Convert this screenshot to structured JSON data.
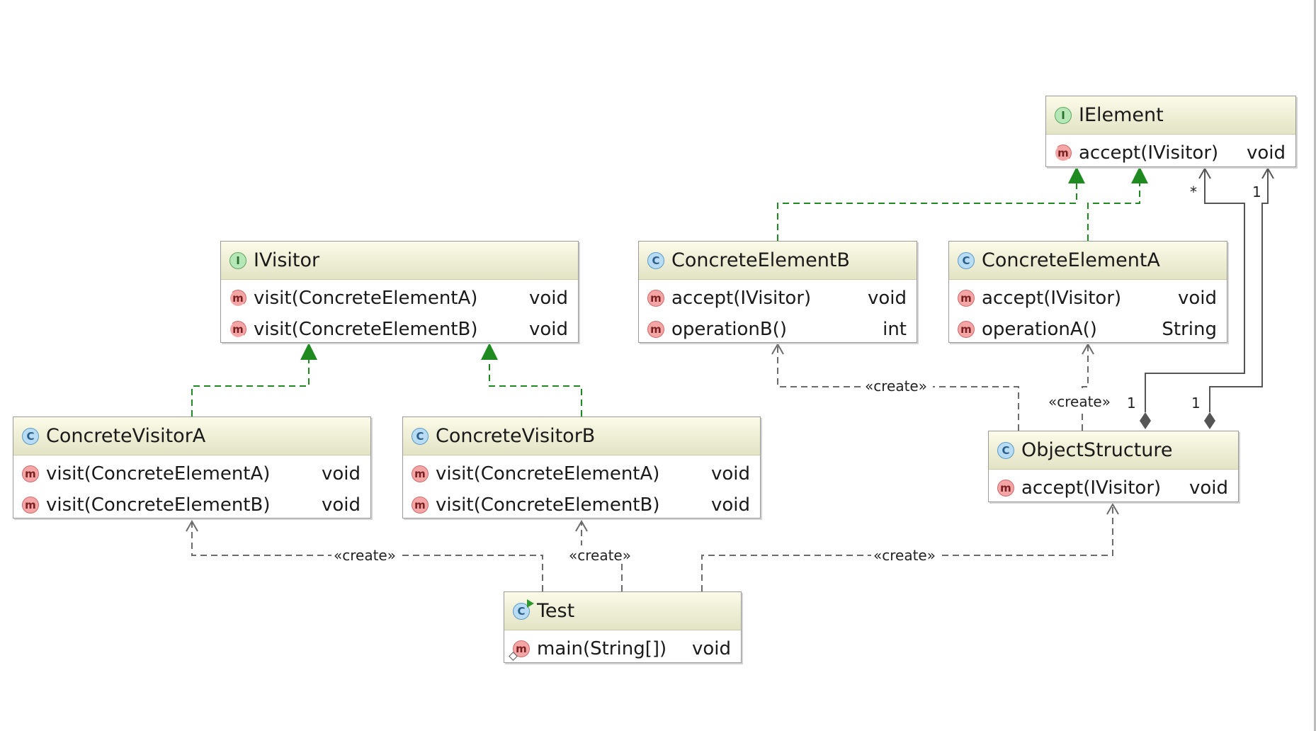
{
  "diagram": {
    "classes": {
      "ielement": {
        "kind": "interface",
        "kind_letter": "I",
        "name": "IElement",
        "methods": [
          {
            "name": "accept(IVisitor)",
            "returns": "void",
            "abstract": true
          }
        ]
      },
      "ivisitor": {
        "kind": "interface",
        "kind_letter": "I",
        "name": "IVisitor",
        "methods": [
          {
            "name": "visit(ConcreteElementA)",
            "returns": "void",
            "abstract": true
          },
          {
            "name": "visit(ConcreteElementB)",
            "returns": "void",
            "abstract": true
          }
        ]
      },
      "concrete_element_b": {
        "kind": "class",
        "kind_letter": "C",
        "name": "ConcreteElementB",
        "methods": [
          {
            "name": "accept(IVisitor)",
            "returns": "void"
          },
          {
            "name": "operationB()",
            "returns": "int"
          }
        ]
      },
      "concrete_element_a": {
        "kind": "class",
        "kind_letter": "C",
        "name": "ConcreteElementA",
        "methods": [
          {
            "name": "accept(IVisitor)",
            "returns": "void"
          },
          {
            "name": "operationA()",
            "returns": "String"
          }
        ]
      },
      "concrete_visitor_a": {
        "kind": "class",
        "kind_letter": "C",
        "name": "ConcreteVisitorA",
        "methods": [
          {
            "name": "visit(ConcreteElementA)",
            "returns": "void"
          },
          {
            "name": "visit(ConcreteElementB)",
            "returns": "void"
          }
        ]
      },
      "concrete_visitor_b": {
        "kind": "class",
        "kind_letter": "C",
        "name": "ConcreteVisitorB",
        "methods": [
          {
            "name": "visit(ConcreteElementA)",
            "returns": "void"
          },
          {
            "name": "visit(ConcreteElementB)",
            "returns": "void"
          }
        ]
      },
      "object_structure": {
        "kind": "class",
        "kind_letter": "C",
        "name": "ObjectStructure",
        "methods": [
          {
            "name": "accept(IVisitor)",
            "returns": "void"
          }
        ]
      },
      "test": {
        "kind": "runnable class",
        "kind_letter": "C",
        "name": "Test",
        "methods": [
          {
            "name": "main(String[])",
            "returns": "void",
            "static": true
          }
        ]
      }
    },
    "method_icon_letter": "m",
    "relations": [
      {
        "type": "realization",
        "from": "ConcreteElementB",
        "to": "IElement"
      },
      {
        "type": "realization",
        "from": "ConcreteElementA",
        "to": "IElement"
      },
      {
        "type": "realization",
        "from": "ConcreteVisitorA",
        "to": "IVisitor"
      },
      {
        "type": "realization",
        "from": "ConcreteVisitorB",
        "to": "IVisitor"
      },
      {
        "type": "dependency",
        "from": "ObjectStructure",
        "to": "ConcreteElementB",
        "label": "«create»"
      },
      {
        "type": "dependency",
        "from": "ObjectStructure",
        "to": "ConcreteElementA",
        "label": "«create»"
      },
      {
        "type": "dependency",
        "from": "Test",
        "to": "ConcreteVisitorA",
        "label": "«create»"
      },
      {
        "type": "dependency",
        "from": "Test",
        "to": "ConcreteVisitorB",
        "label": "«create»"
      },
      {
        "type": "dependency",
        "from": "Test",
        "to": "ObjectStructure",
        "label": "«create»"
      },
      {
        "type": "composition",
        "from": "ObjectStructure",
        "to": "IElement",
        "source_multiplicity": "1",
        "target_multiplicity": "*"
      },
      {
        "type": "composition",
        "from": "ObjectStructure",
        "to": "IElement",
        "source_multiplicity": "1",
        "target_multiplicity": "1"
      }
    ],
    "colors": {
      "realization": "#1f8a1f",
      "dependency": "#6b6b6b",
      "composition": "#555555",
      "header_top": "#fbfbe9",
      "header_bottom": "#e3e3c5"
    }
  }
}
